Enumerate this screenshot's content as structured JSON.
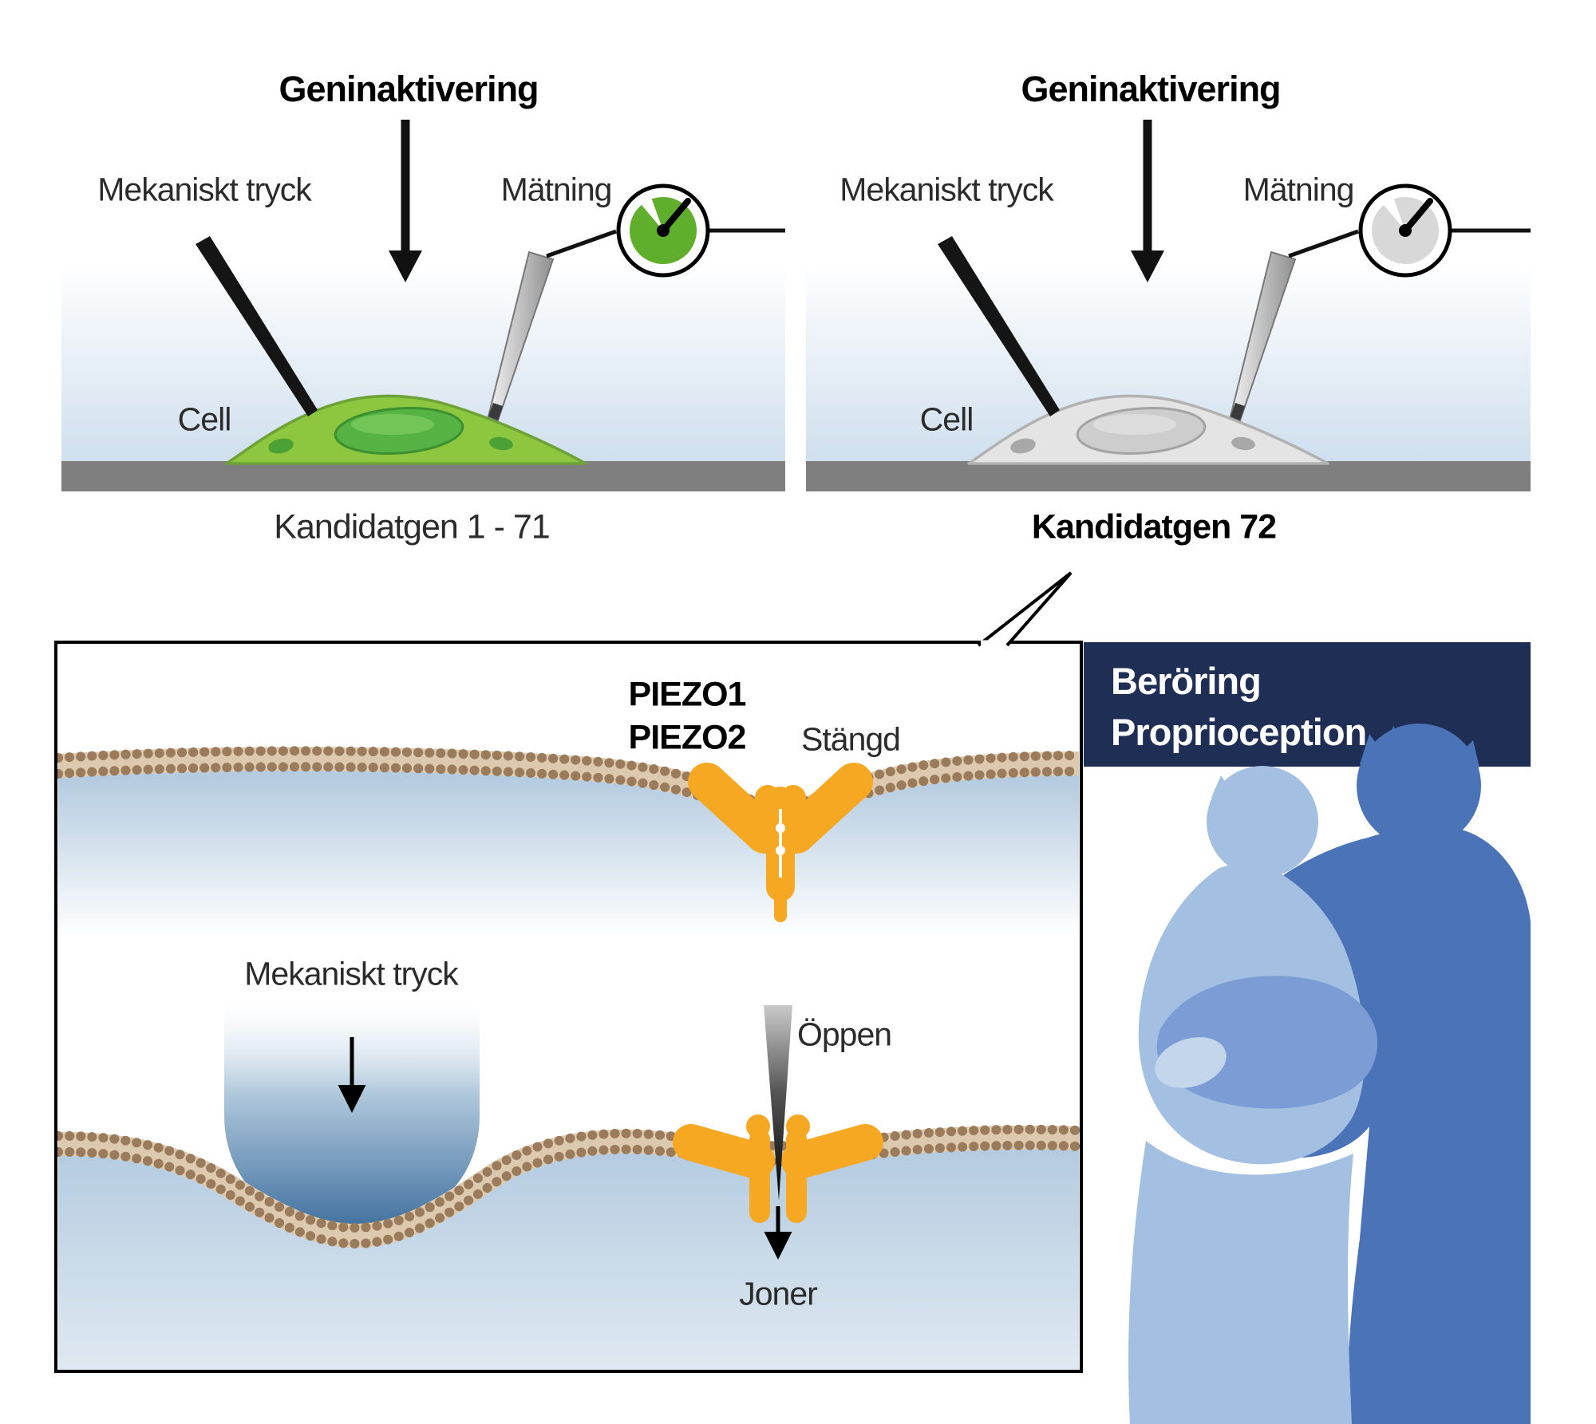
{
  "experiment_left": {
    "title": "Geninaktivering",
    "pressure_label": "Mekaniskt tryck",
    "measurement_label": "Mätning",
    "cell_label": "Cell",
    "caption": "Kandidatgen 1 - 71"
  },
  "experiment_right": {
    "title": "Geninaktivering",
    "pressure_label": "Mekaniskt tryck",
    "measurement_label": "Mätning",
    "cell_label": "Cell",
    "caption": "Kandidatgen 72"
  },
  "channel_diagram": {
    "protein_name_1": "PIEZO1",
    "protein_name_2": "PIEZO2",
    "closed_state_label": "Stängd",
    "pressure_label": "Mekaniskt tryck",
    "open_state_label": "Öppen",
    "ions_label": "Joner"
  },
  "function_panel": {
    "line1": "Beröring",
    "line2": "Proprioception"
  },
  "icons": {
    "gauge_left": "gauge-dial-green",
    "gauge_right": "gauge-dial-gray",
    "arrows": "down-arrow"
  },
  "colors": {
    "active_cell_green": "#8dc63f",
    "inactive_cell_gray": "#e4e4e4",
    "channel_orange": "#f7a823",
    "membrane_band": "#dcc9ae",
    "membrane_beads": "#9a7c5c",
    "pressure_blue": "#41719f",
    "header_navy": "#1e2e55",
    "figure_blue_dark": "#4a73b8",
    "figure_blue_medium": "#7b9cd4",
    "figure_blue_light": "#a3bfe2",
    "surface_gray": "#7f7f7f"
  }
}
